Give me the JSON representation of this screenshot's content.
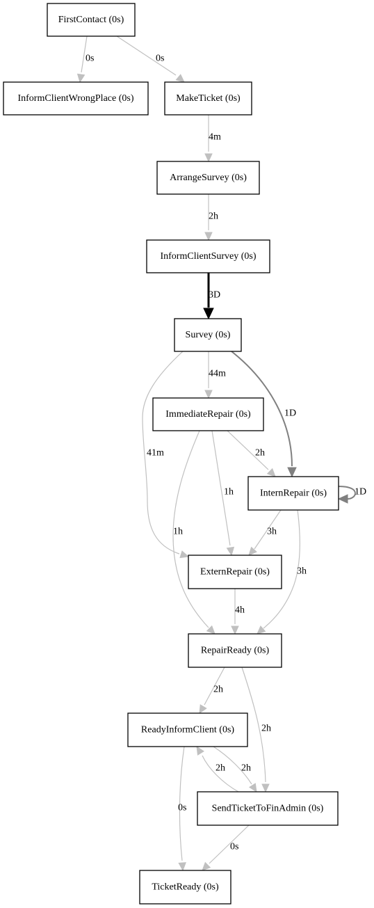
{
  "colors": {
    "edge_light": "#c0c0c0",
    "edge_medium": "#808080",
    "edge_heavy": "#000000",
    "node_border": "#000000",
    "background": "#ffffff"
  },
  "nodes": [
    {
      "id": "first_contact",
      "label": "FirstContact (0s)"
    },
    {
      "id": "inform_client_wrong_place",
      "label": "InformClientWrongPlace (0s)"
    },
    {
      "id": "make_ticket",
      "label": "MakeTicket (0s)"
    },
    {
      "id": "arrange_survey",
      "label": "ArrangeSurvey (0s)"
    },
    {
      "id": "inform_client_survey",
      "label": "InformClientSurvey (0s)"
    },
    {
      "id": "survey",
      "label": "Survey (0s)"
    },
    {
      "id": "immediate_repair",
      "label": "ImmediateRepair (0s)"
    },
    {
      "id": "intern_repair",
      "label": "InternRepair (0s)"
    },
    {
      "id": "extern_repair",
      "label": "ExternRepair (0s)"
    },
    {
      "id": "repair_ready",
      "label": "RepairReady (0s)"
    },
    {
      "id": "ready_inform_client",
      "label": "ReadyInformClient (0s)"
    },
    {
      "id": "send_ticket_to_fin_admin",
      "label": "SendTicketToFinAdmin (0s)"
    },
    {
      "id": "ticket_ready",
      "label": "TicketReady (0s)"
    }
  ],
  "edges": [
    {
      "from": "first_contact",
      "to": "inform_client_wrong_place",
      "label": "0s",
      "weight": "light"
    },
    {
      "from": "first_contact",
      "to": "make_ticket",
      "label": "0s",
      "weight": "light"
    },
    {
      "from": "make_ticket",
      "to": "arrange_survey",
      "label": "4m",
      "weight": "light"
    },
    {
      "from": "arrange_survey",
      "to": "inform_client_survey",
      "label": "2h",
      "weight": "light"
    },
    {
      "from": "inform_client_survey",
      "to": "survey",
      "label": "3D",
      "weight": "heavy"
    },
    {
      "from": "survey",
      "to": "immediate_repair",
      "label": "44m",
      "weight": "light"
    },
    {
      "from": "survey",
      "to": "intern_repair",
      "label": "1D",
      "weight": "medium"
    },
    {
      "from": "survey",
      "to": "extern_repair",
      "label": "41m",
      "weight": "light"
    },
    {
      "from": "immediate_repair",
      "to": "intern_repair",
      "label": "2h",
      "weight": "light"
    },
    {
      "from": "immediate_repair",
      "to": "extern_repair",
      "label": "1h",
      "weight": "light"
    },
    {
      "from": "immediate_repair",
      "to": "repair_ready",
      "label": "1h",
      "weight": "light"
    },
    {
      "from": "intern_repair",
      "to": "intern_repair",
      "label": "1D",
      "weight": "medium"
    },
    {
      "from": "intern_repair",
      "to": "extern_repair",
      "label": "3h",
      "weight": "light"
    },
    {
      "from": "intern_repair",
      "to": "repair_ready",
      "label": "3h",
      "weight": "light"
    },
    {
      "from": "extern_repair",
      "to": "repair_ready",
      "label": "4h",
      "weight": "light"
    },
    {
      "from": "repair_ready",
      "to": "ready_inform_client",
      "label": "2h",
      "weight": "light"
    },
    {
      "from": "repair_ready",
      "to": "send_ticket_to_fin_admin",
      "label": "2h",
      "weight": "light"
    },
    {
      "from": "ready_inform_client",
      "to": "send_ticket_to_fin_admin",
      "label": "2h",
      "weight": "light"
    },
    {
      "from": "send_ticket_to_fin_admin",
      "to": "ready_inform_client",
      "label": "2h",
      "weight": "light"
    },
    {
      "from": "ready_inform_client",
      "to": "ticket_ready",
      "label": "0s",
      "weight": "light"
    },
    {
      "from": "send_ticket_to_fin_admin",
      "to": "ticket_ready",
      "label": "0s",
      "weight": "light"
    }
  ]
}
